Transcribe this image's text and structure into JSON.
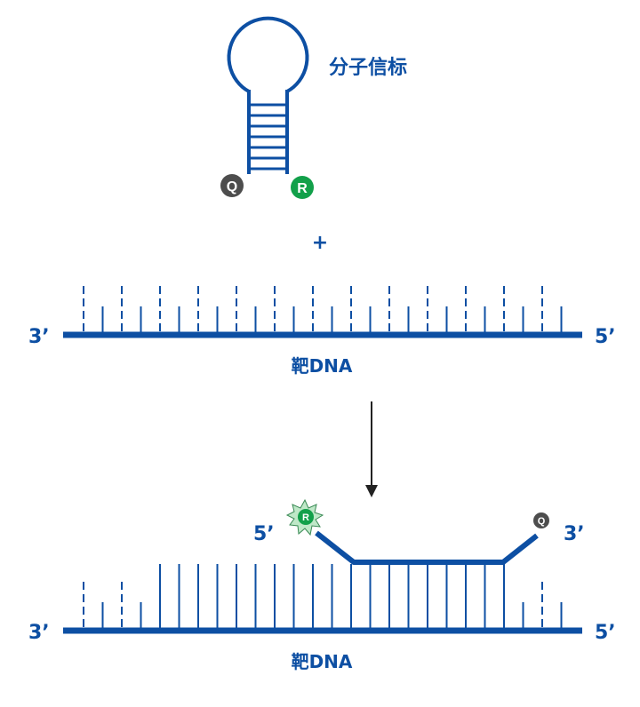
{
  "colors": {
    "dna_blue": "#0d4fa3",
    "quencher_gray": "#4d4d4d",
    "reporter_green": "#12a04a",
    "flash_green": "#bfe8c8",
    "arrow": "#222222"
  },
  "beacon": {
    "label": "分子信标",
    "quencher_letter": "Q",
    "reporter_letter": "R"
  },
  "plus_sign": "+",
  "target_top": {
    "label": "靶DNA",
    "left_end": "3’",
    "right_end": "5’"
  },
  "hybrid": {
    "probe_left_end": "5’",
    "probe_right_end": "3’",
    "quencher_letter": "Q",
    "reporter_letter": "R"
  },
  "target_bottom": {
    "label": "靶DNA",
    "left_end": "3’",
    "right_end": "5’"
  }
}
